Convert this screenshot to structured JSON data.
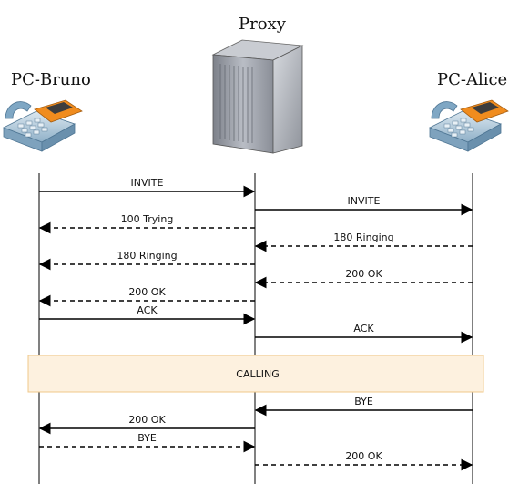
{
  "participants": {
    "left": {
      "label": "PC-Bruno",
      "icon": "phone-icon"
    },
    "center": {
      "label": "Proxy",
      "icon": "server-icon"
    },
    "right": {
      "label": "PC-Alice",
      "icon": "phone-icon"
    }
  },
  "messages": [
    {
      "label": "INVITE",
      "from": "left",
      "to": "center",
      "style": "solid"
    },
    {
      "label": "INVITE",
      "from": "center",
      "to": "right",
      "style": "solid"
    },
    {
      "label": "100 Trying",
      "from": "center",
      "to": "left",
      "style": "dashed"
    },
    {
      "label": "180 Ringing",
      "from": "right",
      "to": "center",
      "style": "dashed"
    },
    {
      "label": "180 Ringing",
      "from": "center",
      "to": "left",
      "style": "dashed"
    },
    {
      "label": "200 OK",
      "from": "right",
      "to": "center",
      "style": "dashed"
    },
    {
      "label": "200 OK",
      "from": "center",
      "to": "left",
      "style": "dashed"
    },
    {
      "label": "ACK",
      "from": "left",
      "to": "center",
      "style": "solid"
    },
    {
      "label": "ACK",
      "from": "center",
      "to": "right",
      "style": "solid"
    },
    {
      "label": "BYE",
      "from": "right",
      "to": "center",
      "style": "solid"
    },
    {
      "label": "200 OK",
      "from": "center",
      "to": "left",
      "style": "solid"
    },
    {
      "label": "BYE",
      "from": "left",
      "to": "center",
      "style": "dashed"
    },
    {
      "label": "200 OK",
      "from": "center",
      "to": "right",
      "style": "dashed"
    }
  ],
  "session": {
    "label": "CALLING",
    "fill": "#fdf1df",
    "border": "#f0c88a"
  },
  "colors": {
    "line": "#000000",
    "phone_orange": "#f08c1e",
    "phone_blue": "#6a9ec2",
    "server_gray": "#9ea3ad"
  }
}
